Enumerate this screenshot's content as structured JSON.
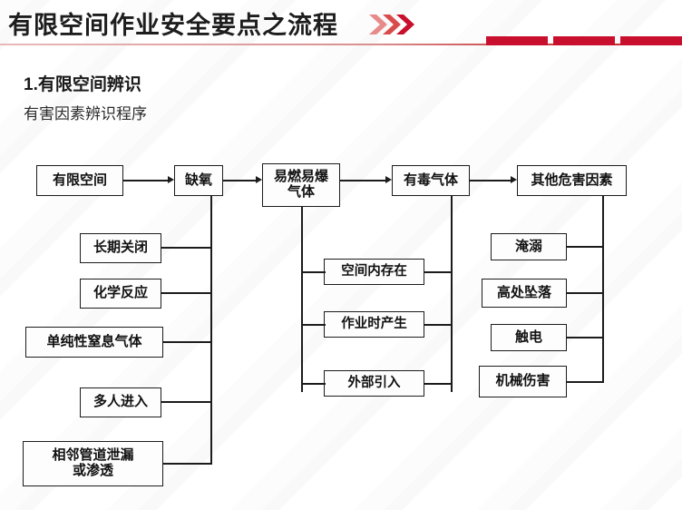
{
  "header": {
    "title": "有限空间作业安全要点之流程",
    "chevron_icon": "double-chevron-right-icon",
    "accent_color": "#c8102e",
    "rule_color": "#c52126"
  },
  "section": {
    "number_title": "1.有限空间辨识",
    "subtitle": "有害因素辨识程序"
  },
  "flow": {
    "top_row": [
      {
        "id": "confined-space",
        "label": "有限空间"
      },
      {
        "id": "oxygen-deficiency",
        "label": "缺氧"
      },
      {
        "id": "flammable-explosive-gas",
        "label": "易燃易爆\n气体"
      },
      {
        "id": "toxic-gas",
        "label": "有毒气体"
      },
      {
        "id": "other-hazard-factors",
        "label": "其他危害因素"
      }
    ],
    "left_branch": [
      {
        "id": "long-term-closure",
        "label": "长期关闭"
      },
      {
        "id": "chemical-reaction",
        "label": "化学反应"
      },
      {
        "id": "simple-asphyxiant-gas",
        "label": "单纯性窒息气体"
      },
      {
        "id": "multiple-people-entry",
        "label": "多人进入"
      },
      {
        "id": "adjacent-pipe-leak",
        "label": "相邻管道泄漏\n或渗透"
      }
    ],
    "middle_branch": [
      {
        "id": "present-in-space",
        "label": "空间内存在"
      },
      {
        "id": "generated-during-work",
        "label": "作业时产生"
      },
      {
        "id": "external-introduction",
        "label": "外部引入"
      }
    ],
    "right_branch": [
      {
        "id": "drowning",
        "label": "淹溺"
      },
      {
        "id": "fall-from-height",
        "label": "高处坠落"
      },
      {
        "id": "electric-shock",
        "label": "触电"
      },
      {
        "id": "mechanical-injury",
        "label": "机械伤害"
      }
    ]
  }
}
